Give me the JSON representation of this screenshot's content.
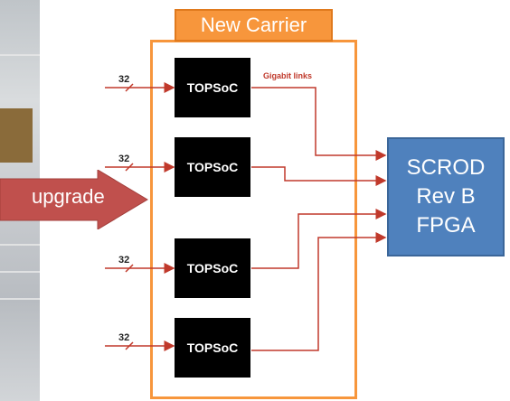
{
  "carrier": {
    "title": "New Carrier"
  },
  "chips": [
    {
      "label": "TOPSoC",
      "bus_width": "32"
    },
    {
      "label": "TOPSoC",
      "bus_width": "32"
    },
    {
      "label": "TOPSoC",
      "bus_width": "32"
    },
    {
      "label": "TOPSoC",
      "bus_width": "32"
    }
  ],
  "links_label": "Gigabit links",
  "scrod": {
    "line1": "SCROD",
    "line2": "Rev B",
    "line3": "FPGA"
  },
  "upgrade_label": "upgrade",
  "colors": {
    "carrier": "#f7963c",
    "scrod": "#4f81bd",
    "link": "#c0392b",
    "arrow": "#c0504d"
  }
}
